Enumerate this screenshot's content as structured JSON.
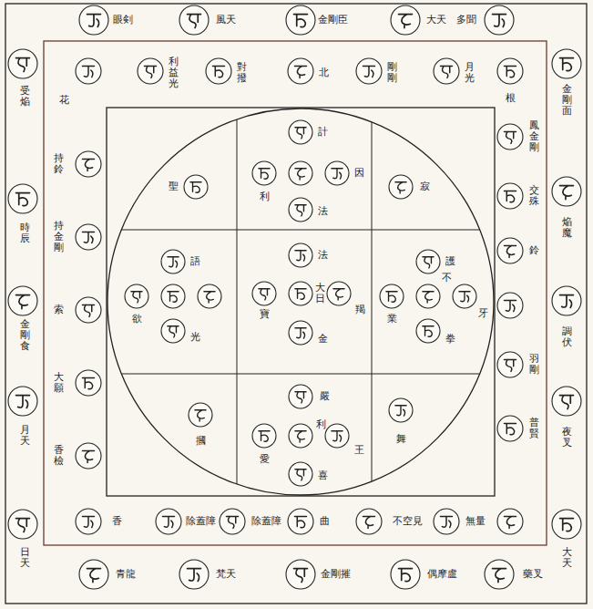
{
  "diagram": {
    "labels": [
      "眼剣",
      "風天",
      "金剛臣",
      "大天",
      "多聞",
      "受焔",
      "時辰",
      "金剛食",
      "月天",
      "日天",
      "花",
      "持鈴",
      "持金剛",
      "索",
      "大願",
      "香檢",
      "利益光",
      "對撥",
      "北",
      "剛剛",
      "月光",
      "根",
      "鳳金剛",
      "交殊",
      "鈴",
      "羽剛",
      "普賢",
      "金剛面",
      "焔魔",
      "調伏",
      "夜叉",
      "大天",
      "香",
      "除蓋障",
      "除蓋障",
      "曲",
      "不空見",
      "無量",
      "青龍",
      "梵天",
      "金剛摧",
      "偶摩盧",
      "藥叉",
      "計",
      "利",
      "因",
      "法",
      "聖",
      "寂",
      "法",
      "寶",
      "大日",
      "羯",
      "金",
      "語",
      "欲",
      "光",
      "護",
      "業",
      "不",
      "牙",
      "拳",
      "摑",
      "舞",
      "嚴",
      "愛",
      "利",
      "王",
      "喜"
    ]
  }
}
